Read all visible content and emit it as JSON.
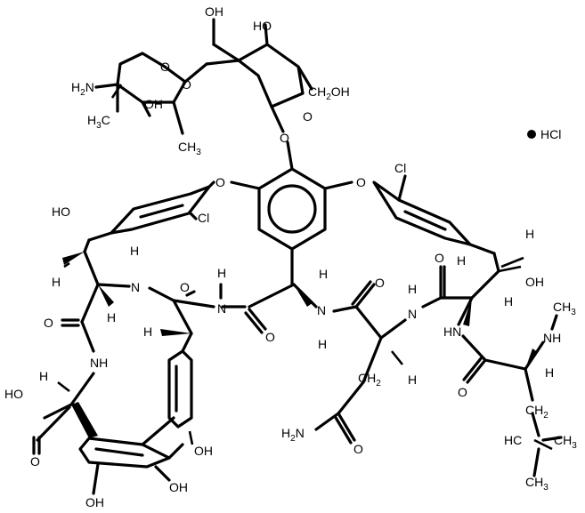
{
  "salt": {
    "label": "HCl"
  },
  "labels": {
    "oh_sugar_top": "OH",
    "ho_sugar_top": "HO",
    "ch2oh": "CH",
    "ch2oh_sub": "2",
    "ch2oh_tail": "OH",
    "h2n": "H",
    "h2n_sub": "2",
    "h2n_tail": "N",
    "h3c": "H",
    "h3c_sub": "3",
    "h3c_tail": "C",
    "oh_sugar_mid": "OH",
    "ch3_sugar": "CH",
    "ch3_sugar_sub": "3",
    "o_amino_sugar": "O",
    "o_glucose_ring": "O",
    "o_glucose_link": "O",
    "o_glycoside": "O",
    "o_ether_left": "O",
    "o_ether_right": "O",
    "cl_left": "Cl",
    "cl_right": "Cl",
    "ho_left": "HO",
    "h_left_1": "H",
    "h_left_2": "H",
    "h_left_3": "H",
    "o_left_amide": "O",
    "nh_left": "NH",
    "h_nh_top": "H",
    "n_top": "N",
    "o_top": "O",
    "h_n_mid": "H",
    "n_mid": "N",
    "h_chiral_mid": "H",
    "o_mid": "O",
    "h_chiral_center": "H",
    "n_center": "N",
    "h_n_center": "H",
    "o_center_right": "O",
    "h_nh_right": "H",
    "n_right": "N",
    "o_right_top": "O",
    "h_right_chiral": "H",
    "oh_right": "OH",
    "h_right_2": "H",
    "h_right_3": "H",
    "hn_right": "HN",
    "ch3_nme": "CH",
    "ch3_nme_sub": "3",
    "nh_nme": "NH",
    "o_leu": "O",
    "h_leu": "H",
    "ch2_leu": "CH",
    "ch2_leu_sub": "2",
    "hc_leu": "HC",
    "ch3_leu_a": "CH",
    "ch3_leu_a_sub": "3",
    "ch3_leu_b": "CH",
    "ch3_leu_b_sub": "3",
    "ch2_asn": "CH",
    "ch2_asn_sub": "2",
    "h2n_asn": "H",
    "h2n_asn_sub": "2",
    "h2n_asn_tail": "N",
    "o_asn": "O",
    "h_asn": "H",
    "ho_acid": "HO",
    "o_acid": "O",
    "h_acid": "H",
    "oh_bottom_1": "OH",
    "oh_bottom_2": "OH",
    "oh_bottom_3": "OH"
  }
}
